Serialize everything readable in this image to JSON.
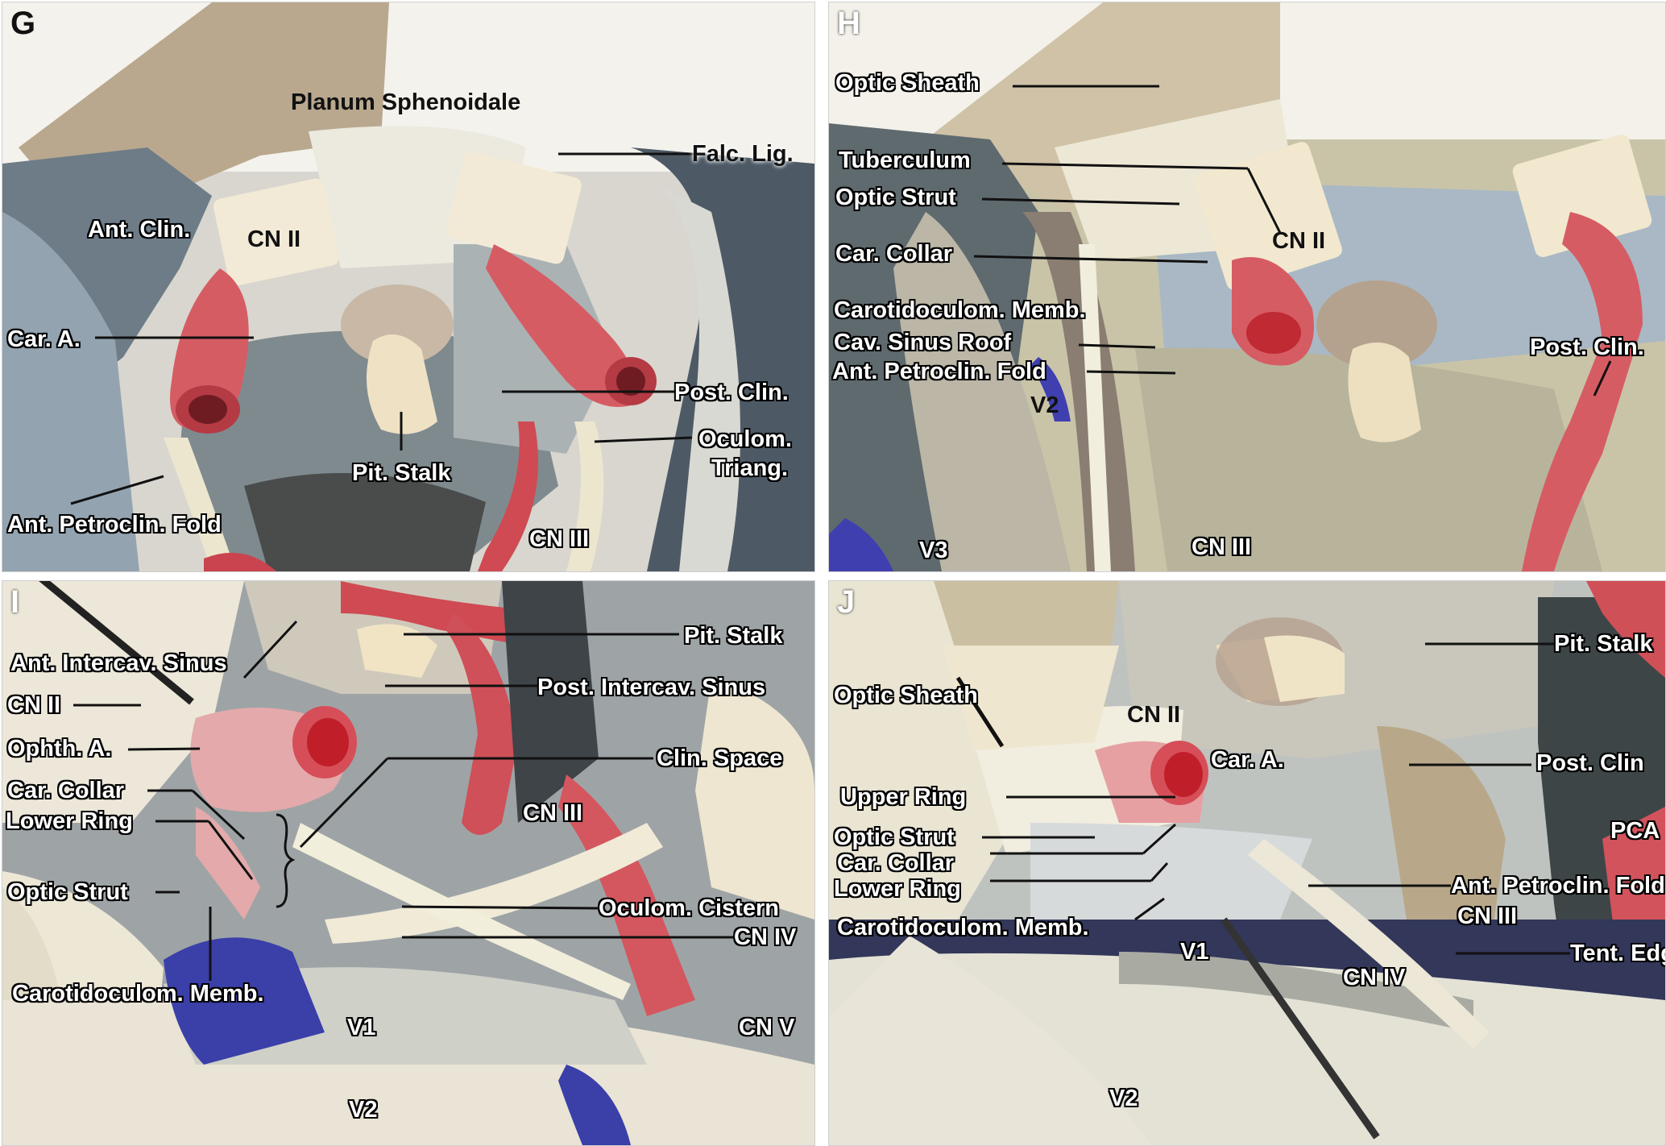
{
  "panels": {
    "g": {
      "letter": "G",
      "labels": {
        "planum": "Planum Sphenoidale",
        "falc": "Falc. Lig.",
        "ant_clin": "Ant. Clin.",
        "cn2": "CN II",
        "car_a": "Car. A.",
        "post_clin": "Post. Clin.",
        "oculom_1": "Oculom.",
        "oculom_2": "Triang.",
        "pit_stalk": "Pit. Stalk",
        "ant_petroclin": "Ant. Petroclin. Fold",
        "cn3": "CN III"
      }
    },
    "h": {
      "letter": "H",
      "labels": {
        "optic_sheath": "Optic Sheath",
        "tuberculum": "Tuberculum",
        "optic_strut": "Optic Strut",
        "car_collar": "Car. Collar",
        "carotidoculom": "Carotidoculom. Memb.",
        "cav_sinus_roof": "Cav. Sinus Roof",
        "ant_petroclin": "Ant. Petroclin. Fold",
        "v2": "V2",
        "cn2": "CN II",
        "post_clin": "Post. Clin.",
        "v3": "V3",
        "cn3": "CN III"
      }
    },
    "i": {
      "letter": "I",
      "labels": {
        "ant_intercav": "Ant. Intercav. Sinus",
        "pit_stalk": "Pit. Stalk",
        "cn2": "CN II",
        "post_intercav": "Post. Intercav. Sinus",
        "ophth_a": "Ophth. A.",
        "clin_space": "Clin. Space",
        "car_collar": "Car. Collar",
        "lower_ring": "Lower Ring",
        "cn3": "CN III",
        "optic_strut": "Optic Strut",
        "oculom_cistern": "Oculom. Cistern",
        "cn4": "CN IV",
        "carotidoculom": "Carotidoculom. Memb.",
        "v1": "V1",
        "cn5": "CN V",
        "v2": "V2"
      }
    },
    "j": {
      "letter": "J",
      "labels": {
        "pit_stalk": "Pit. Stalk",
        "optic_sheath": "Optic Sheath",
        "cn2": "CN II",
        "car_a": "Car. A.",
        "post_clin": "Post. Clin",
        "upper_ring": "Upper Ring",
        "pca": "PCA",
        "optic_strut": "Optic Strut",
        "car_collar": "Car. Collar",
        "lower_ring": "Lower Ring",
        "ant_petroclin": "Ant. Petroclin. Fold",
        "cn3": "CN III",
        "carotidoculom": "Carotidoculom. Memb.",
        "tent_edge": "Tent. Edge",
        "v1": "V1",
        "cn4": "CN IV",
        "v2": "V2"
      }
    }
  },
  "colors": {
    "bone": "#e8e2d2",
    "artery": "#d4575f",
    "nerve": "#efe6c8",
    "stain_blue": "#3b3fa8",
    "dura": "#9aa3a6"
  }
}
